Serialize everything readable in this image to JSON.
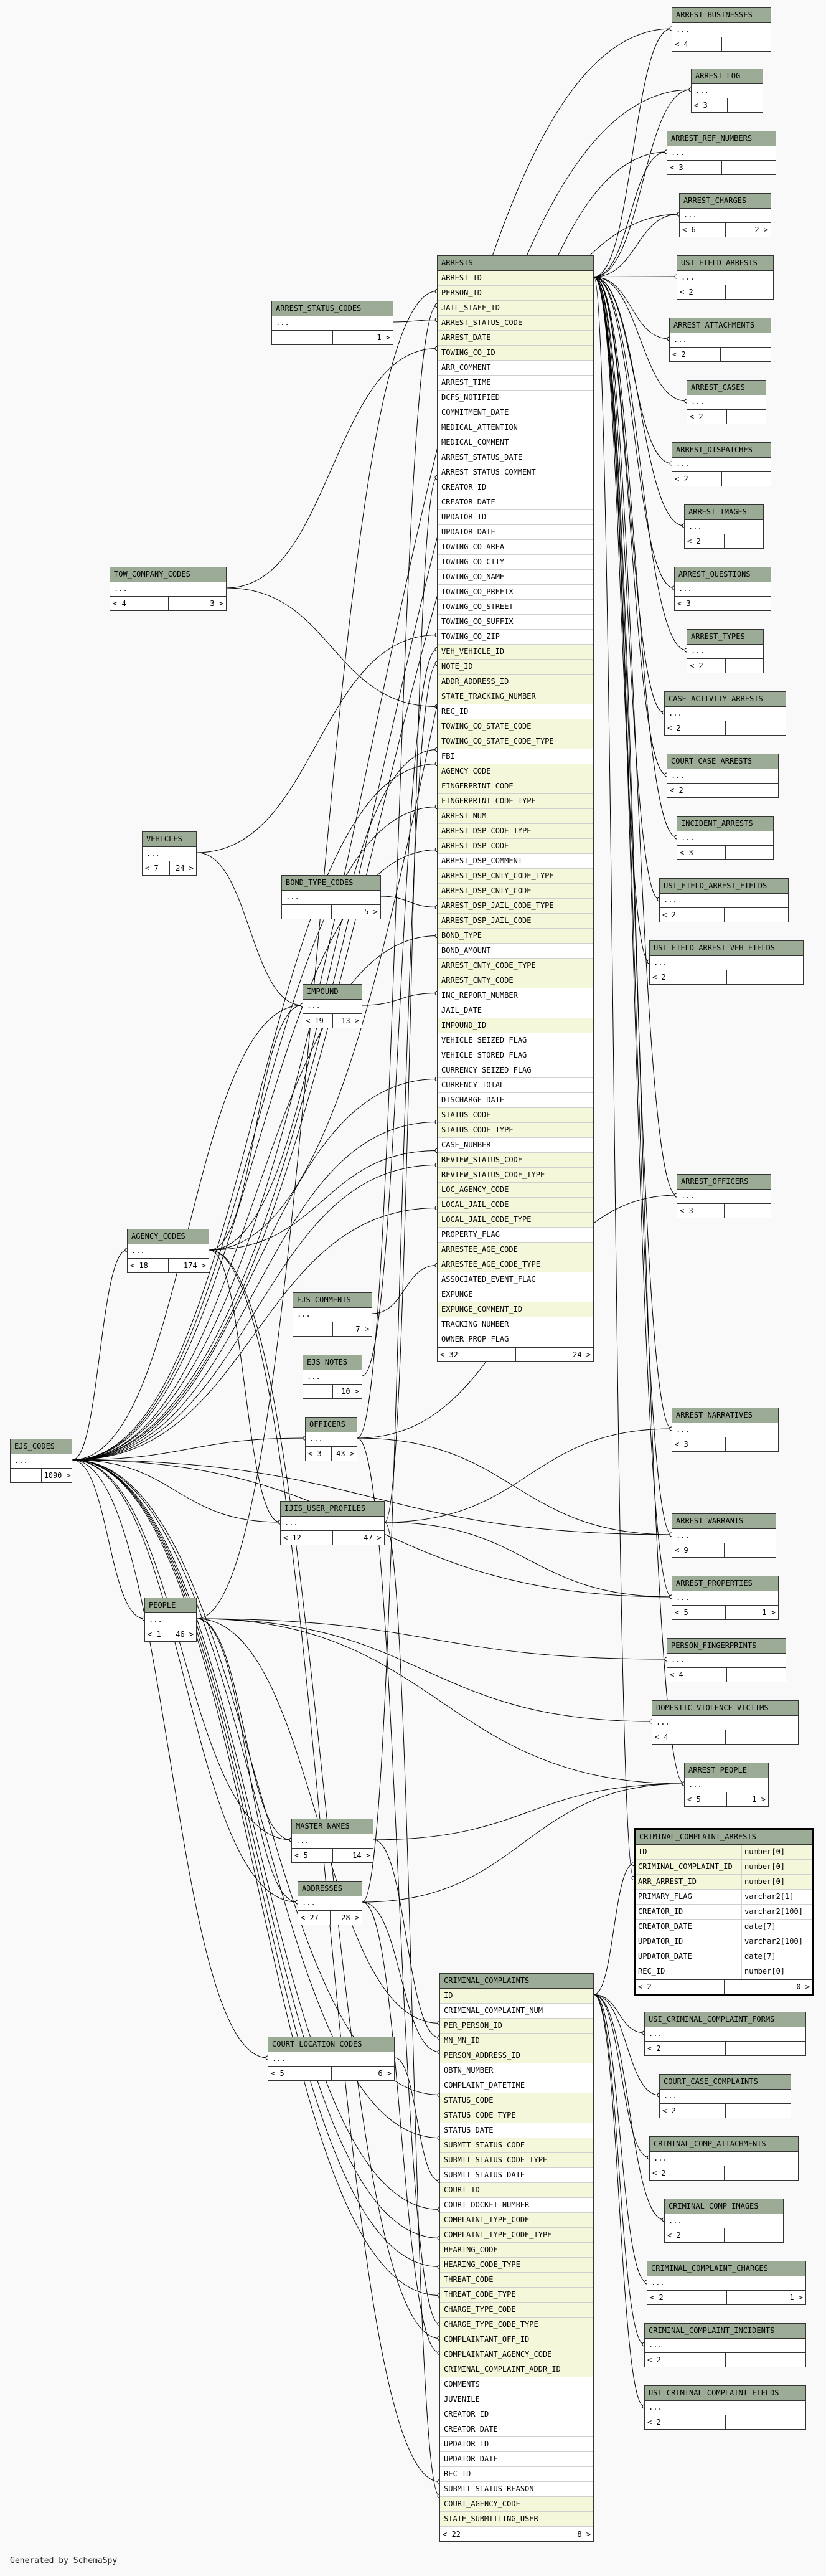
{
  "footer": "Generated by SchemaSpy",
  "colors": {
    "header": "#9bab96",
    "key_row": "#f4f7da",
    "edge": "#000000"
  },
  "tables": [
    {
      "name": "ARREST_BUSINESSES",
      "ellipsis": "...",
      "footer": [
        "< 4",
        ""
      ]
    },
    {
      "name": "ARREST_LOG",
      "ellipsis": "...",
      "footer": [
        "< 3",
        ""
      ]
    },
    {
      "name": "ARREST_REF_NUMBERS",
      "ellipsis": "...",
      "footer": [
        "< 3",
        ""
      ]
    },
    {
      "name": "ARREST_CHARGES",
      "ellipsis": "...",
      "footer": [
        "< 6",
        "2 >"
      ]
    },
    {
      "name": "USI_FIELD_ARRESTS",
      "ellipsis": "...",
      "footer": [
        "< 2",
        ""
      ]
    },
    {
      "name": "ARREST_ATTACHMENTS",
      "ellipsis": "...",
      "footer": [
        "< 2",
        ""
      ]
    },
    {
      "name": "ARREST_CASES",
      "ellipsis": "...",
      "footer": [
        "< 2",
        ""
      ]
    },
    {
      "name": "ARREST_DISPATCHES",
      "ellipsis": "...",
      "footer": [
        "< 2",
        ""
      ]
    },
    {
      "name": "ARREST_IMAGES",
      "ellipsis": "...",
      "footer": [
        "< 2",
        ""
      ]
    },
    {
      "name": "ARREST_QUESTIONS",
      "ellipsis": "...",
      "footer": [
        "< 3",
        ""
      ]
    },
    {
      "name": "ARREST_TYPES",
      "ellipsis": "...",
      "footer": [
        "< 2",
        ""
      ]
    },
    {
      "name": "CASE_ACTIVITY_ARRESTS",
      "ellipsis": "...",
      "footer": [
        "< 2",
        ""
      ]
    },
    {
      "name": "COURT_CASE_ARRESTS",
      "ellipsis": "...",
      "footer": [
        "< 2",
        ""
      ]
    },
    {
      "name": "INCIDENT_ARRESTS",
      "ellipsis": "...",
      "footer": [
        "< 3",
        ""
      ]
    },
    {
      "name": "USI_FIELD_ARREST_FIELDS",
      "ellipsis": "...",
      "footer": [
        "< 2",
        ""
      ]
    },
    {
      "name": "USI_FIELD_ARREST_VEH_FIELDS",
      "ellipsis": "...",
      "footer": [
        "< 2",
        ""
      ]
    },
    {
      "name": "ARREST_OFFICERS",
      "ellipsis": "...",
      "footer": [
        "< 3",
        ""
      ]
    },
    {
      "name": "ARREST_NARRATIVES",
      "ellipsis": "...",
      "footer": [
        "< 3",
        ""
      ]
    },
    {
      "name": "ARREST_WARRANTS",
      "ellipsis": "...",
      "footer": [
        "< 9",
        ""
      ]
    },
    {
      "name": "ARREST_PROPERTIES",
      "ellipsis": "...",
      "footer": [
        "< 5",
        "1 >"
      ]
    },
    {
      "name": "PERSON_FINGERPRINTS",
      "ellipsis": "...",
      "footer": [
        "< 4",
        ""
      ]
    },
    {
      "name": "DOMESTIC_VIOLENCE_VICTIMS",
      "ellipsis": "...",
      "footer": [
        "< 4",
        ""
      ]
    },
    {
      "name": "ARREST_PEOPLE",
      "ellipsis": "...",
      "footer": [
        "< 5",
        "1 >"
      ]
    },
    {
      "name": "ARREST_STATUS_CODES",
      "ellipsis": "...",
      "footer": [
        "",
        "1 >"
      ]
    },
    {
      "name": "TOW_COMPANY_CODES",
      "ellipsis": "...",
      "footer": [
        "< 4",
        "3 >"
      ]
    },
    {
      "name": "VEHICLES",
      "ellipsis": "...",
      "footer": [
        "< 7",
        "24 >"
      ]
    },
    {
      "name": "BOND_TYPE_CODES",
      "ellipsis": "...",
      "footer": [
        "",
        "5 >"
      ]
    },
    {
      "name": "IMPOUND",
      "ellipsis": "...",
      "footer": [
        "< 19",
        "13 >"
      ]
    },
    {
      "name": "AGENCY_CODES",
      "ellipsis": "...",
      "footer": [
        "< 18",
        "174 >"
      ]
    },
    {
      "name": "EJS_COMMENTS",
      "ellipsis": "...",
      "footer": [
        "",
        "7 >"
      ]
    },
    {
      "name": "EJS_NOTES",
      "ellipsis": "...",
      "footer": [
        "",
        "10 >"
      ]
    },
    {
      "name": "OFFICERS",
      "ellipsis": "...",
      "footer": [
        "< 3",
        "43 >"
      ]
    },
    {
      "name": "EJS_CODES",
      "ellipsis": "...",
      "footer": [
        "",
        "1090 >"
      ]
    },
    {
      "name": "IJIS_USER_PROFILES",
      "ellipsis": "...",
      "footer": [
        "< 12",
        "47 >"
      ]
    },
    {
      "name": "PEOPLE",
      "ellipsis": "...",
      "footer": [
        "< 1",
        "46 >"
      ]
    },
    {
      "name": "MASTER_NAMES",
      "ellipsis": "...",
      "footer": [
        "< 5",
        "14 >"
      ]
    },
    {
      "name": "ADDRESSES",
      "ellipsis": "...",
      "footer": [
        "< 27",
        "28 >"
      ]
    },
    {
      "name": "COURT_LOCATION_CODES",
      "ellipsis": "...",
      "footer": [
        "< 5",
        "6 >"
      ]
    },
    {
      "name": "USI_CRIMINAL_COMPLAINT_FORMS",
      "ellipsis": "...",
      "footer": [
        "< 2",
        ""
      ]
    },
    {
      "name": "COURT_CASE_COMPLAINTS",
      "ellipsis": "...",
      "footer": [
        "< 2",
        ""
      ]
    },
    {
      "name": "CRIMINAL_COMP_ATTACHMENTS",
      "ellipsis": "...",
      "footer": [
        "< 2",
        ""
      ]
    },
    {
      "name": "CRIMINAL_COMP_IMAGES",
      "ellipsis": "...",
      "footer": [
        "< 2",
        ""
      ]
    },
    {
      "name": "CRIMINAL_COMPLAINT_CHARGES",
      "ellipsis": "...",
      "footer": [
        "< 2",
        "1 >"
      ]
    },
    {
      "name": "CRIMINAL_COMPLAINT_INCIDENTS",
      "ellipsis": "...",
      "footer": [
        "< 2",
        ""
      ]
    },
    {
      "name": "USI_CRIMINAL_COMPLAINT_FIELDS",
      "ellipsis": "...",
      "footer": [
        "< 2",
        ""
      ]
    }
  ],
  "arrests": {
    "name": "ARRESTS",
    "columns": [
      {
        "n": "ARREST_ID",
        "k": 1
      },
      {
        "n": "PERSON_ID",
        "k": 1
      },
      {
        "n": "JAIL_STAFF_ID",
        "k": 1
      },
      {
        "n": "ARREST_STATUS_CODE",
        "k": 1
      },
      {
        "n": "ARREST_DATE",
        "k": 1
      },
      {
        "n": "TOWING_CO_ID",
        "k": 1
      },
      {
        "n": "ARR_COMMENT",
        "k": 0
      },
      {
        "n": "ARREST_TIME",
        "k": 0
      },
      {
        "n": "DCFS_NOTIFIED",
        "k": 0
      },
      {
        "n": "COMMITMENT_DATE",
        "k": 0
      },
      {
        "n": "MEDICAL_ATTENTION",
        "k": 0
      },
      {
        "n": "MEDICAL_COMMENT",
        "k": 0
      },
      {
        "n": "ARREST_STATUS_DATE",
        "k": 0
      },
      {
        "n": "ARREST_STATUS_COMMENT",
        "k": 0
      },
      {
        "n": "CREATOR_ID",
        "k": 0
      },
      {
        "n": "CREATOR_DATE",
        "k": 0
      },
      {
        "n": "UPDATOR_ID",
        "k": 0
      },
      {
        "n": "UPDATOR_DATE",
        "k": 0
      },
      {
        "n": "TOWING_CO_AREA",
        "k": 0
      },
      {
        "n": "TOWING_CO_CITY",
        "k": 0
      },
      {
        "n": "TOWING_CO_NAME",
        "k": 0
      },
      {
        "n": "TOWING_CO_PREFIX",
        "k": 0
      },
      {
        "n": "TOWING_CO_STREET",
        "k": 0
      },
      {
        "n": "TOWING_CO_SUFFIX",
        "k": 0
      },
      {
        "n": "TOWING_CO_ZIP",
        "k": 0
      },
      {
        "n": "VEH_VEHICLE_ID",
        "k": 1
      },
      {
        "n": "NOTE_ID",
        "k": 1
      },
      {
        "n": "ADDR_ADDRESS_ID",
        "k": 1
      },
      {
        "n": "STATE_TRACKING_NUMBER",
        "k": 1
      },
      {
        "n": "REC_ID",
        "k": 0
      },
      {
        "n": "TOWING_CO_STATE_CODE",
        "k": 1
      },
      {
        "n": "TOWING_CO_STATE_CODE_TYPE",
        "k": 1
      },
      {
        "n": "FBI",
        "k": 0
      },
      {
        "n": "AGENCY_CODE",
        "k": 1
      },
      {
        "n": "FINGERPRINT_CODE",
        "k": 1
      },
      {
        "n": "FINGERPRINT_CODE_TYPE",
        "k": 1
      },
      {
        "n": "ARREST_NUM",
        "k": 1
      },
      {
        "n": "ARREST_DSP_CODE_TYPE",
        "k": 1
      },
      {
        "n": "ARREST_DSP_CODE",
        "k": 1
      },
      {
        "n": "ARREST_DSP_COMMENT",
        "k": 0
      },
      {
        "n": "ARREST_DSP_CNTY_CODE_TYPE",
        "k": 1
      },
      {
        "n": "ARREST_DSP_CNTY_CODE",
        "k": 1
      },
      {
        "n": "ARREST_DSP_JAIL_CODE_TYPE",
        "k": 1
      },
      {
        "n": "ARREST_DSP_JAIL_CODE",
        "k": 1
      },
      {
        "n": "BOND_TYPE",
        "k": 1
      },
      {
        "n": "BOND_AMOUNT",
        "k": 0
      },
      {
        "n": "ARREST_CNTY_CODE_TYPE",
        "k": 1
      },
      {
        "n": "ARREST_CNTY_CODE",
        "k": 1
      },
      {
        "n": "INC_REPORT_NUMBER",
        "k": 0
      },
      {
        "n": "JAIL_DATE",
        "k": 0
      },
      {
        "n": "IMPOUND_ID",
        "k": 1
      },
      {
        "n": "VEHICLE_SEIZED_FLAG",
        "k": 0
      },
      {
        "n": "VEHICLE_STORED_FLAG",
        "k": 0
      },
      {
        "n": "CURRENCY_SEIZED_FLAG",
        "k": 0
      },
      {
        "n": "CURRENCY_TOTAL",
        "k": 0
      },
      {
        "n": "DISCHARGE_DATE",
        "k": 0
      },
      {
        "n": "STATUS_CODE",
        "k": 1
      },
      {
        "n": "STATUS_CODE_TYPE",
        "k": 1
      },
      {
        "n": "CASE_NUMBER",
        "k": 0
      },
      {
        "n": "REVIEW_STATUS_CODE",
        "k": 1
      },
      {
        "n": "REVIEW_STATUS_CODE_TYPE",
        "k": 1
      },
      {
        "n": "LOC_AGENCY_CODE",
        "k": 1
      },
      {
        "n": "LOCAL_JAIL_CODE",
        "k": 1
      },
      {
        "n": "LOCAL_JAIL_CODE_TYPE",
        "k": 1
      },
      {
        "n": "PROPERTY_FLAG",
        "k": 0
      },
      {
        "n": "ARRESTEE_AGE_CODE",
        "k": 1
      },
      {
        "n": "ARRESTEE_AGE_CODE_TYPE",
        "k": 1
      },
      {
        "n": "ASSOCIATED_EVENT_FLAG",
        "k": 0
      },
      {
        "n": "EXPUNGE",
        "k": 0
      },
      {
        "n": "EXPUNGE_COMMENT_ID",
        "k": 1
      },
      {
        "n": "TRACKING_NUMBER",
        "k": 0
      },
      {
        "n": "OWNER_PROP_FLAG",
        "k": 0
      }
    ],
    "footer": [
      "< 32",
      "24 >"
    ]
  },
  "criminal_complaints": {
    "name": "CRIMINAL_COMPLAINTS",
    "columns": [
      {
        "n": "ID",
        "k": 1
      },
      {
        "n": "CRIMINAL_COMPLAINT_NUM",
        "k": 0
      },
      {
        "n": "PER_PERSON_ID",
        "k": 1
      },
      {
        "n": "MN_MN_ID",
        "k": 1
      },
      {
        "n": "PERSON_ADDRESS_ID",
        "k": 1
      },
      {
        "n": "OBTN_NUMBER",
        "k": 0
      },
      {
        "n": "COMPLAINT_DATETIME",
        "k": 0
      },
      {
        "n": "STATUS_CODE",
        "k": 1
      },
      {
        "n": "STATUS_CODE_TYPE",
        "k": 1
      },
      {
        "n": "STATUS_DATE",
        "k": 0
      },
      {
        "n": "SUBMIT_STATUS_CODE",
        "k": 1
      },
      {
        "n": "SUBMIT_STATUS_CODE_TYPE",
        "k": 1
      },
      {
        "n": "SUBMIT_STATUS_DATE",
        "k": 0
      },
      {
        "n": "COURT_ID",
        "k": 1
      },
      {
        "n": "COURT_DOCKET_NUMBER",
        "k": 0
      },
      {
        "n": "COMPLAINT_TYPE_CODE",
        "k": 1
      },
      {
        "n": "COMPLAINT_TYPE_CODE_TYPE",
        "k": 1
      },
      {
        "n": "HEARING_CODE",
        "k": 1
      },
      {
        "n": "HEARING_CODE_TYPE",
        "k": 1
      },
      {
        "n": "THREAT_CODE",
        "k": 1
      },
      {
        "n": "THREAT_CODE_TYPE",
        "k": 1
      },
      {
        "n": "CHARGE_TYPE_CODE",
        "k": 1
      },
      {
        "n": "CHARGE_TYPE_CODE_TYPE",
        "k": 1
      },
      {
        "n": "COMPLAINTANT_OFF_ID",
        "k": 1
      },
      {
        "n": "COMPLAINTANT_AGENCY_CODE",
        "k": 1
      },
      {
        "n": "CRIMINAL_COMPLAINT_ADDR_ID",
        "k": 1
      },
      {
        "n": "COMMENTS",
        "k": 0
      },
      {
        "n": "JUVENILE",
        "k": 0
      },
      {
        "n": "CREATOR_ID",
        "k": 0
      },
      {
        "n": "CREATOR_DATE",
        "k": 0
      },
      {
        "n": "UPDATOR_ID",
        "k": 0
      },
      {
        "n": "UPDATOR_DATE",
        "k": 0
      },
      {
        "n": "REC_ID",
        "k": 0
      },
      {
        "n": "SUBMIT_STATUS_REASON",
        "k": 0
      },
      {
        "n": "COURT_AGENCY_CODE",
        "k": 1
      },
      {
        "n": "STATE_SUBMITTING_USER",
        "k": 1
      }
    ],
    "footer": [
      "< 22",
      "8 >"
    ]
  },
  "criminal_complaint_arrests": {
    "name": "CRIMINAL_COMPLAINT_ARRESTS",
    "columns": [
      {
        "n": "ID",
        "t": "number[0]",
        "k": 1
      },
      {
        "n": "CRIMINAL_COMPLAINT_ID",
        "t": "number[0]",
        "k": 1
      },
      {
        "n": "ARR_ARREST_ID",
        "t": "number[0]",
        "k": 1
      },
      {
        "n": "PRIMARY_FLAG",
        "t": "varchar2[1]",
        "k": 0
      },
      {
        "n": "CREATOR_ID",
        "t": "varchar2[100]",
        "k": 0
      },
      {
        "n": "CREATOR_DATE",
        "t": "date[7]",
        "k": 0
      },
      {
        "n": "UPDATOR_ID",
        "t": "varchar2[100]",
        "k": 0
      },
      {
        "n": "UPDATOR_DATE",
        "t": "date[7]",
        "k": 0
      },
      {
        "n": "REC_ID",
        "t": "number[0]",
        "k": 0
      }
    ],
    "footer": [
      "< 2",
      "0 >"
    ]
  }
}
